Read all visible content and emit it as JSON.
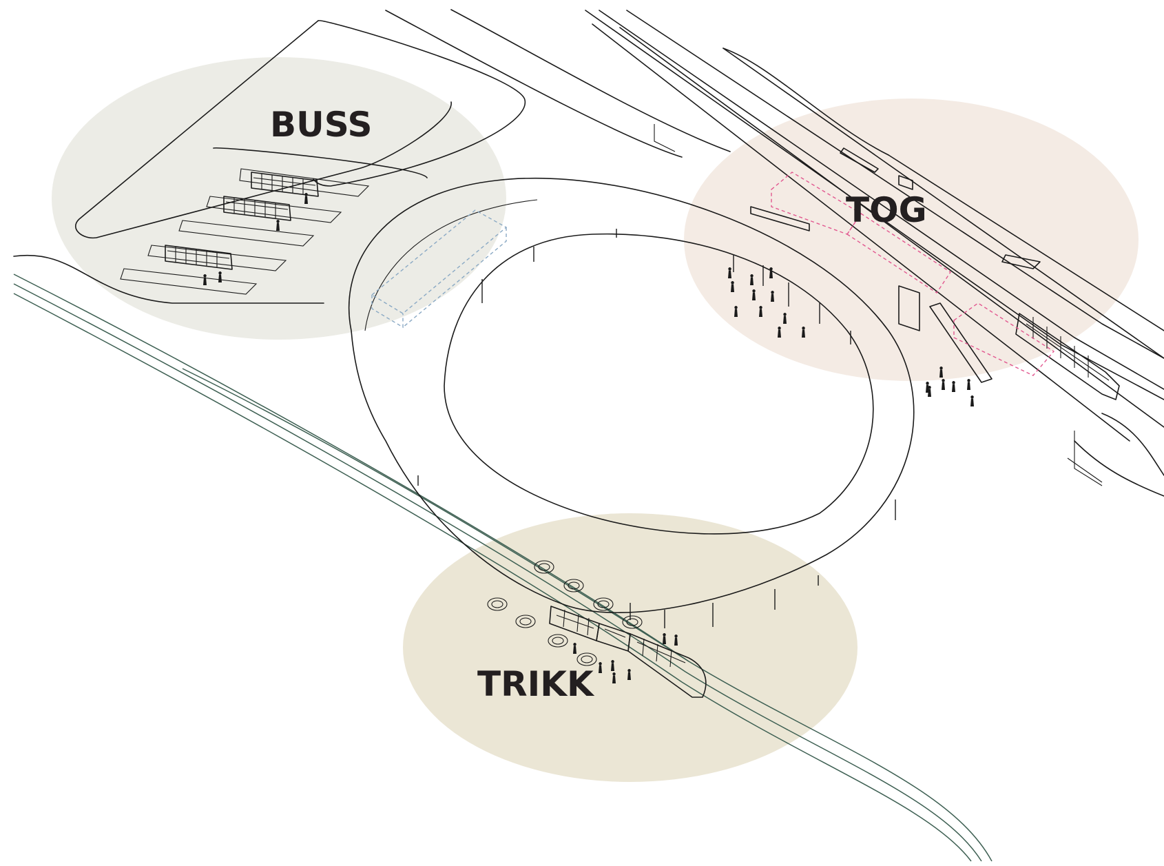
{
  "zones": {
    "bus": {
      "label": "BUSS",
      "fill": "#ecece6"
    },
    "train": {
      "label": "TOG",
      "fill": "#f4ebe4"
    },
    "tram": {
      "label": "TRIKK",
      "fill": "#ebe6d5"
    }
  },
  "colors": {
    "line": "#1a1a1a",
    "tram_track": "#3d5f52",
    "platform_marker": "#e2578f",
    "bus_shelter_marker": "#8aa9c4",
    "ring_fill": "#ffffff"
  }
}
